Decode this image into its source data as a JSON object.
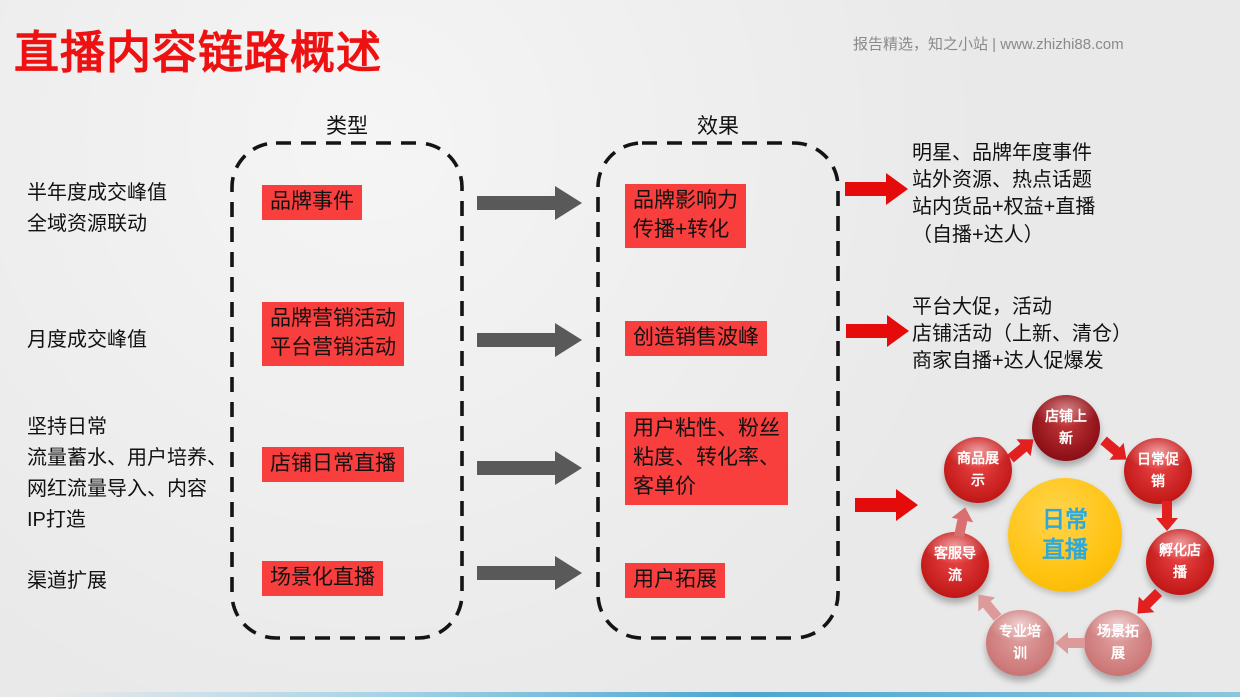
{
  "colors": {
    "title-red": "#ee1111",
    "box-red": "#f93e3e",
    "arrow-gray": "#595959",
    "arrow-red": "#e60b0b",
    "center-yellow": "#ffc20e",
    "center-text": "#2ea9dc",
    "bg": "#e9e9e9"
  },
  "header": {
    "title": "直播内容链路概述",
    "watermark": "报告精选，知之小站 | www.zhizhi88.com"
  },
  "columns": {
    "type": "类型",
    "effect": "效果"
  },
  "rows": [
    {
      "label": "半年度成交峰值\n全域资源联动",
      "type": "品牌事件",
      "effect": "品牌影响力\n传播+转化",
      "result": "明星、品牌年度事件\n站外资源、热点话题\n站内货品+权益+直播\n（自播+达人）"
    },
    {
      "label": "月度成交峰值",
      "type": "品牌营销活动\n平台营销活动",
      "effect": "创造销售波峰",
      "result": "平台大促，活动\n店铺活动（上新、清仓）\n商家自播+达人促爆发"
    },
    {
      "label": "坚持日常\n流量蓄水、用户培养、\n网红流量导入、内容\nIP打造",
      "type": "店铺日常直播",
      "effect": "用户粘性、粉丝\n粘度、转化率、\n客单价"
    },
    {
      "label": "渠道扩展",
      "type": "场景化直播",
      "effect": "用户拓展"
    }
  ],
  "cycle": {
    "center": "日常\n直播",
    "nodes": [
      {
        "label": "店铺上新"
      },
      {
        "label": "日常促销"
      },
      {
        "label": "孵化店播"
      },
      {
        "label": "场景拓展"
      },
      {
        "label": "专业培训"
      },
      {
        "label": "客服导流"
      },
      {
        "label": "商品展示"
      }
    ]
  }
}
